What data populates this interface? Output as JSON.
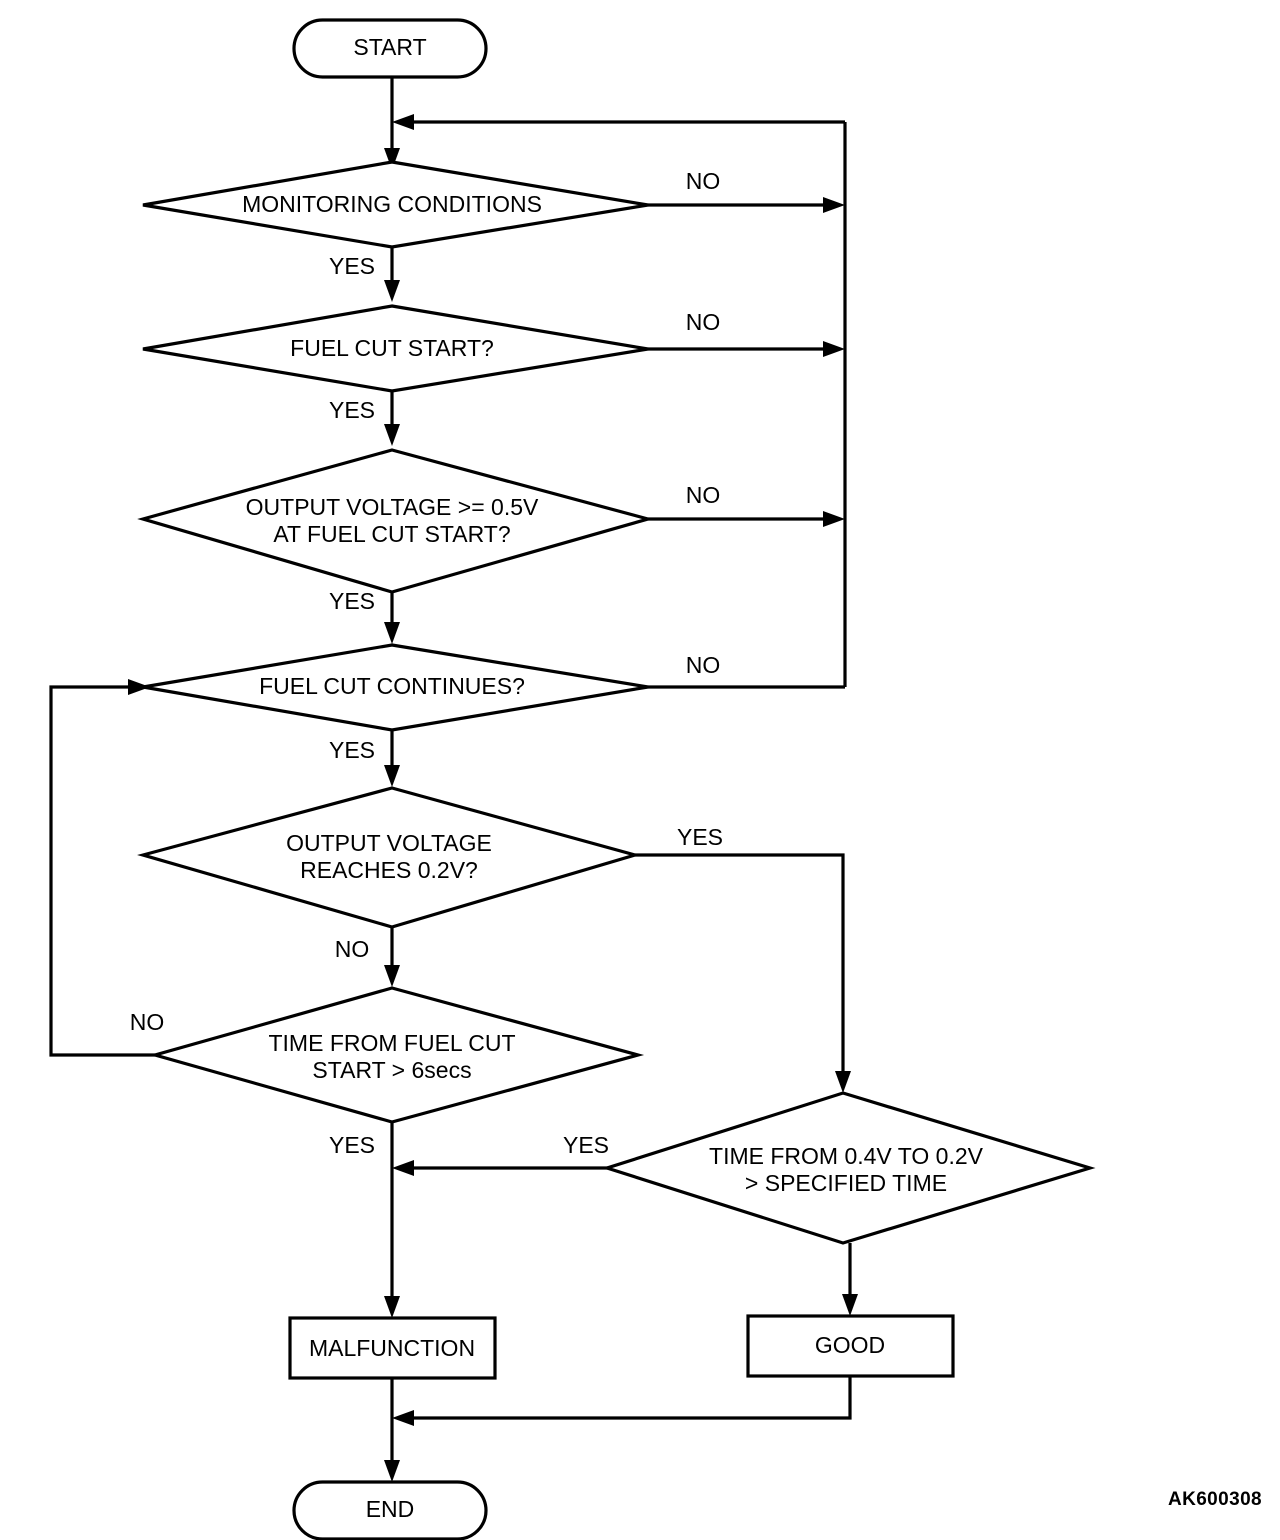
{
  "diagram": {
    "type": "flowchart",
    "reference_code": "AK600308",
    "nodes": {
      "start": {
        "label": "START",
        "shape": "terminal"
      },
      "monitoring": {
        "label": "MONITORING CONDITIONS",
        "shape": "decision"
      },
      "fuel_cut_start": {
        "label": "FUEL CUT START?",
        "shape": "decision"
      },
      "output_voltage_05_line1": {
        "label": "OUTPUT VOLTAGE >= 0.5V",
        "shape": "decision"
      },
      "output_voltage_05_line2": {
        "label": "AT FUEL CUT START?"
      },
      "fuel_cut_continues": {
        "label": "FUEL CUT CONTINUES?",
        "shape": "decision"
      },
      "output_voltage_02_line1": {
        "label": "OUTPUT VOLTAGE",
        "shape": "decision"
      },
      "output_voltage_02_line2": {
        "label": "REACHES 0.2V?"
      },
      "time_from_fuel_cut_line1": {
        "label": "TIME FROM FUEL CUT",
        "shape": "decision"
      },
      "time_from_fuel_cut_line2": {
        "label": "START > 6secs"
      },
      "time_04_to_02_line1": {
        "label": "TIME FROM 0.4V TO 0.2V",
        "shape": "decision"
      },
      "time_04_to_02_line2": {
        "label": "> SPECIFIED TIME"
      },
      "malfunction": {
        "label": "MALFUNCTION",
        "shape": "process"
      },
      "good": {
        "label": "GOOD",
        "shape": "process"
      },
      "end": {
        "label": "END",
        "shape": "terminal"
      }
    },
    "edge_labels": {
      "monitoring_no": "NO",
      "monitoring_yes": "YES",
      "fuel_cut_start_no": "NO",
      "fuel_cut_start_yes": "YES",
      "output_voltage_05_no": "NO",
      "output_voltage_05_yes": "YES",
      "fuel_cut_continues_no": "NO",
      "fuel_cut_continues_yes": "YES",
      "output_voltage_02_yes": "YES",
      "output_voltage_02_no": "NO",
      "time_from_fuel_cut_no": "NO",
      "time_from_fuel_cut_yes": "YES",
      "time_04_to_02_yes": "YES"
    },
    "colors": {
      "stroke": "#000000",
      "fill": "#ffffff",
      "background": "#ffffff"
    }
  }
}
